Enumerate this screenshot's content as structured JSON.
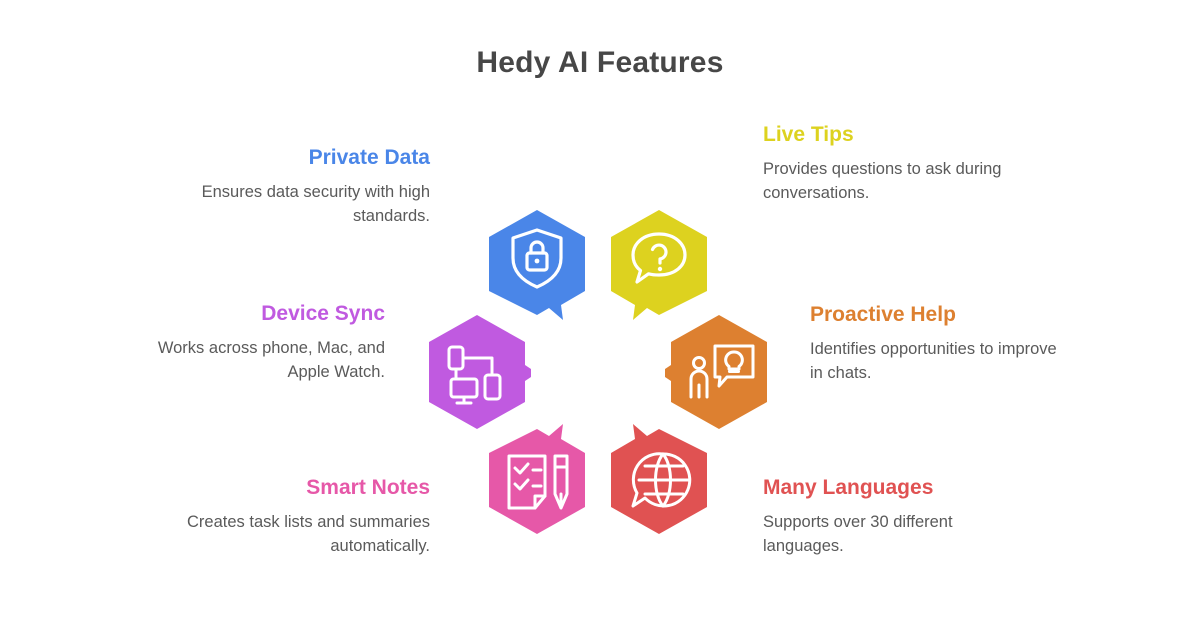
{
  "title": "Hedy AI Features",
  "palette": {
    "title_color": "#474747",
    "body_color": "#5a5a5a",
    "background": "#ffffff"
  },
  "features": [
    {
      "id": "private-data",
      "title": "Private Data",
      "description": "Ensures data security with high standards.",
      "color": "#4a86e8",
      "icon": "shield-lock-icon",
      "align": "right"
    },
    {
      "id": "live-tips",
      "title": "Live Tips",
      "description": "Provides questions to ask during conversations.",
      "color": "#ddd21f",
      "icon": "question-bubble-icon",
      "align": "left"
    },
    {
      "id": "device-sync",
      "title": "Device Sync",
      "description": "Works across phone, Mac, and Apple Watch.",
      "color": "#c05ae0",
      "icon": "devices-network-icon",
      "align": "right"
    },
    {
      "id": "proactive-help",
      "title": "Proactive Help",
      "description": "Identifies opportunities to improve in chats.",
      "color": "#dd8030",
      "icon": "person-idea-bubble-icon",
      "align": "left"
    },
    {
      "id": "smart-notes",
      "title": "Smart Notes",
      "description": "Creates task lists and summaries automatically.",
      "color": "#e658a8",
      "icon": "checklist-pen-icon",
      "align": "right"
    },
    {
      "id": "many-languages",
      "title": "Many Languages",
      "description": "Supports over 30 different languages.",
      "color": "#e05252",
      "icon": "globe-bubble-icon",
      "align": "left"
    }
  ]
}
